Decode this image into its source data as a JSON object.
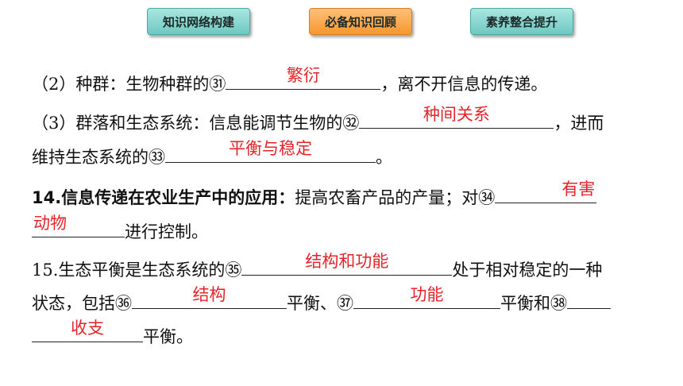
{
  "tabs": [
    "知识网络构建",
    "必备知识回顾",
    "素养整合提升"
  ],
  "l1": {
    "a": "（2）种群：生物种群的㉛",
    "ans": "繁衍",
    "b": "，离不开信息的传递。"
  },
  "l2": {
    "a": "（3）群落和生态系统：信息能调节生物的㉜",
    "ans": "种间关系",
    "b": "，进而"
  },
  "l3": {
    "a": "维持生态系统的㉝",
    "ans": "平衡与稳定",
    "b": "。"
  },
  "l4": {
    "bold": "14.信息传递在农业生产中的应用：",
    "a": "提高农畜产品的产量；对㉞",
    "ans": "有害"
  },
  "l5": {
    "ans": "动物",
    "b": "进行控制。"
  },
  "l6": {
    "a": "15.生态平衡是生态系统的㉟",
    "ans": "结构和功能",
    "b": "处于相对稳定的一种"
  },
  "l7": {
    "a": "状态，包括㊱",
    "ans1": "结构",
    "b": "平衡、㊲",
    "ans2": "功能",
    "c": "平衡和㊳"
  },
  "l8": {
    "ans": "收支",
    "b": "平衡。"
  }
}
